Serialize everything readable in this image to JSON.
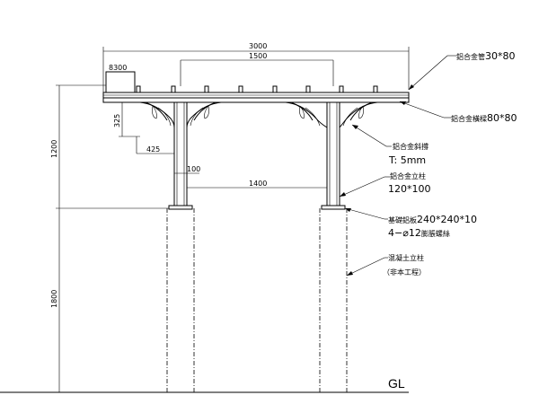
{
  "dimensions": {
    "total_width": "3000",
    "inner_span": "1500",
    "box_width": "300",
    "box_prefix": "8",
    "brace_height": "325",
    "brace_width": "425",
    "post_offset": "100",
    "post_spacing": "1400",
    "post_height": "1200",
    "footing_height": "1800"
  },
  "labels": {
    "top_tube_name": "鋁合金管",
    "top_tube_size": "30*80",
    "crossbeam_name": "鋁合金橫樑",
    "crossbeam_size": "80*80",
    "brace_name": "鋁合金斜撐",
    "brace_thickness": "T: 5mm",
    "post_name": "鋁合金立柱",
    "post_size": "120*100",
    "baseplate_name": "基礎鋁板",
    "baseplate_size": "240*240*10",
    "anchor_line_prefix": "4−⌀12",
    "anchor_line_suffix": "膨脹螺絲",
    "concrete_name": "混凝土立柱",
    "concrete_note": "（非本工程）",
    "ground_level": "GL"
  }
}
